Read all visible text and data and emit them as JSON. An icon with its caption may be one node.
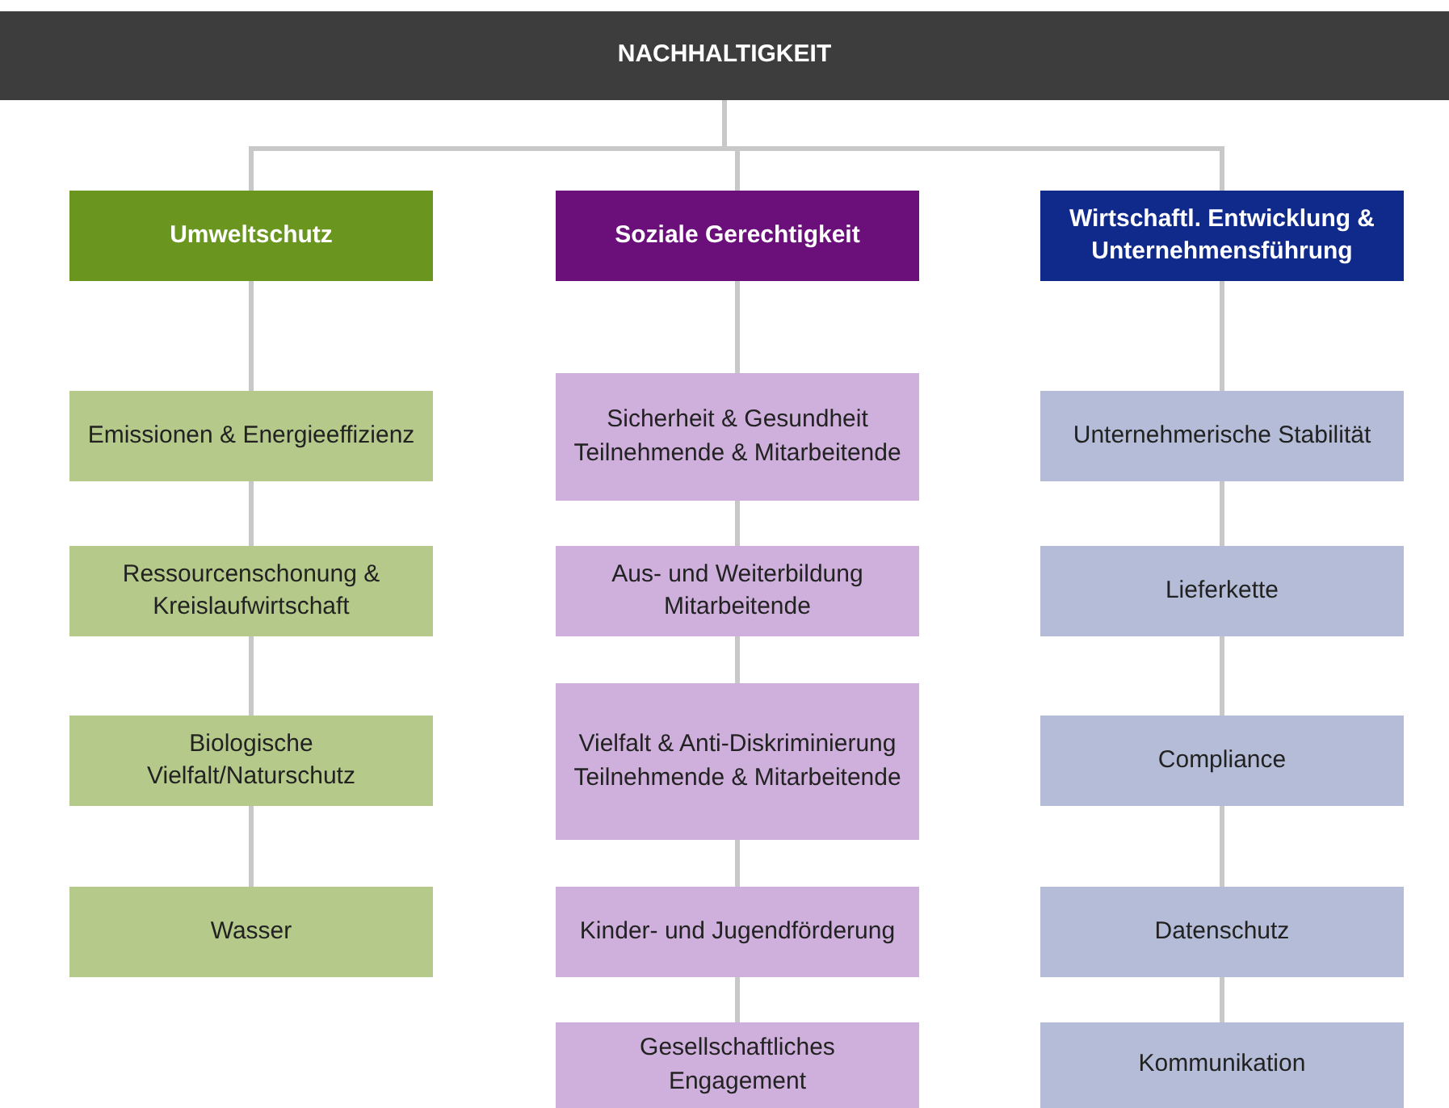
{
  "diagram": {
    "nodes": [
      {
        "text": [
          "NACHHALTIGKEIT"
        ]
      },
      {
        "text": [
          "Umweltschutz"
        ]
      },
      {
        "text": [
          "Soziale Gerechtigkeit"
        ]
      },
      {
        "text": [
          "Wirtschaftl. Entwicklung & Unternehmensführung"
        ]
      },
      {
        "text": [
          "Emissionen & Energieeffizienz"
        ]
      },
      {
        "text": [
          "Ressourcenschonung & Kreislaufwirtschaft"
        ]
      },
      {
        "text": [
          "Biologische Vielfalt/Naturschutz"
        ]
      },
      {
        "text": [
          "Wasser"
        ]
      },
      {
        "text": [
          "Sicherheit & Gesundheit Teilnehmende & Mitarbeitende"
        ]
      },
      {
        "text": [
          "Aus- und Weiterbildung Mitarbeitende"
        ]
      },
      {
        "text": [
          "Vielfalt & Anti-Diskriminierung Teilnehmende & Mitarbeitende"
        ]
      },
      {
        "text": [
          "Kinder- und Jugendförderung"
        ]
      },
      {
        "text": [
          "Gesellschaftliches Engagement"
        ]
      },
      {
        "text": [
          "Unternehmerische Stabilität"
        ]
      },
      {
        "text": [
          "Lieferkette"
        ]
      },
      {
        "text": [
          "Compliance"
        ]
      },
      {
        "text": [
          "Datenschutz"
        ]
      },
      {
        "text": [
          "Kommunikation"
        ]
      }
    ],
    "edges": [
      {
        "from": 0,
        "to": 1,
        "arrow": "none"
      },
      {
        "from": 0,
        "to": 2,
        "arrow": "none"
      },
      {
        "from": 0,
        "to": 3,
        "arrow": "none"
      },
      {
        "from": 1,
        "to": 4,
        "arrow": "none"
      },
      {
        "from": 4,
        "to": 5,
        "arrow": "none"
      },
      {
        "from": 5,
        "to": 6,
        "arrow": "none"
      },
      {
        "from": 6,
        "to": 7,
        "arrow": "none"
      },
      {
        "from": 2,
        "to": 8,
        "arrow": "none"
      },
      {
        "from": 8,
        "to": 9,
        "arrow": "none"
      },
      {
        "from": 9,
        "to": 10,
        "arrow": "none"
      },
      {
        "from": 10,
        "to": 11,
        "arrow": "none"
      },
      {
        "from": 11,
        "to": 12,
        "arrow": "none"
      },
      {
        "from": 3,
        "to": 13,
        "arrow": "none"
      },
      {
        "from": 13,
        "to": 14,
        "arrow": "none"
      },
      {
        "from": 14,
        "to": 15,
        "arrow": "none"
      },
      {
        "from": 15,
        "to": 16,
        "arrow": "none"
      },
      {
        "from": 16,
        "to": 17,
        "arrow": "none"
      }
    ]
  }
}
